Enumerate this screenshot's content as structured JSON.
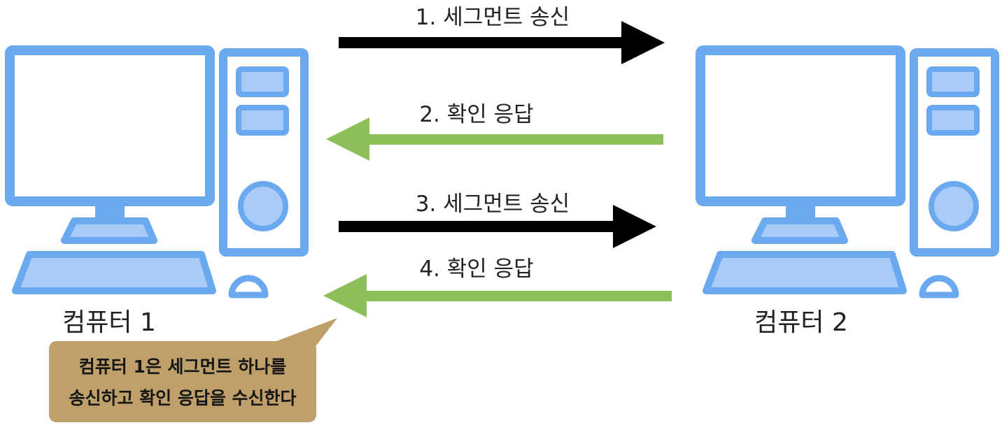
{
  "colors": {
    "pc_outline": "#6aa8f0",
    "pc_fill_light": "#a9cbf7",
    "screen": "#ffffff",
    "send_arrow": "#000000",
    "ack_arrow": "#8cbf5a",
    "note_fill": "#bfa06a"
  },
  "computers": {
    "left": {
      "label": "컴퓨터 1",
      "icon": "desktop-computer-icon"
    },
    "right": {
      "label": "컴퓨터 2",
      "icon": "desktop-computer-icon"
    }
  },
  "steps": [
    {
      "label": "1. 세그먼트 송신",
      "direction": "to-right",
      "kind": "segment"
    },
    {
      "label": "2. 확인 응답",
      "direction": "to-left",
      "kind": "ack"
    },
    {
      "label": "3. 세그먼트 송신",
      "direction": "to-right",
      "kind": "segment"
    },
    {
      "label": "4. 확인 응답",
      "direction": "to-left",
      "kind": "ack"
    }
  ],
  "note": {
    "line1": "컴퓨터 1은 세그먼트 하나를",
    "line2": "송신하고 확인 응답을 수신한다"
  }
}
